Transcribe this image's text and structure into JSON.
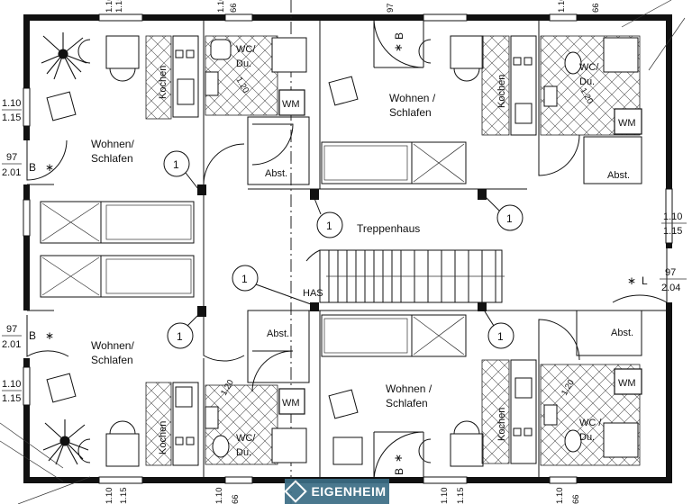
{
  "rooms": {
    "wohnen_line1": "Wohnen/",
    "wohnen_line2": "Schlafen",
    "wohnen_line1_alt": "Wohnen /",
    "kochen": "Kochen",
    "wc_line1": "WC/",
    "wc_line1_alt": "WC /",
    "wc_line2": "Du.",
    "wm": "WM",
    "abst": "Abst.",
    "treppenhaus": "Treppenhaus",
    "has": "HAS",
    "dim_120": "1.20"
  },
  "markers": {
    "one": "1",
    "b": "B",
    "l": "L",
    "asterisk": "∗"
  },
  "dimensions": {
    "d_110": "1.10",
    "d_115": "1.15",
    "d_97": "97",
    "d_201": "2.01",
    "d_204": "2.04",
    "d_66": "66",
    "d_115_top": "1.15",
    "d_110_top": "1.10"
  },
  "watermark": {
    "text": "EIGENHEIM"
  }
}
